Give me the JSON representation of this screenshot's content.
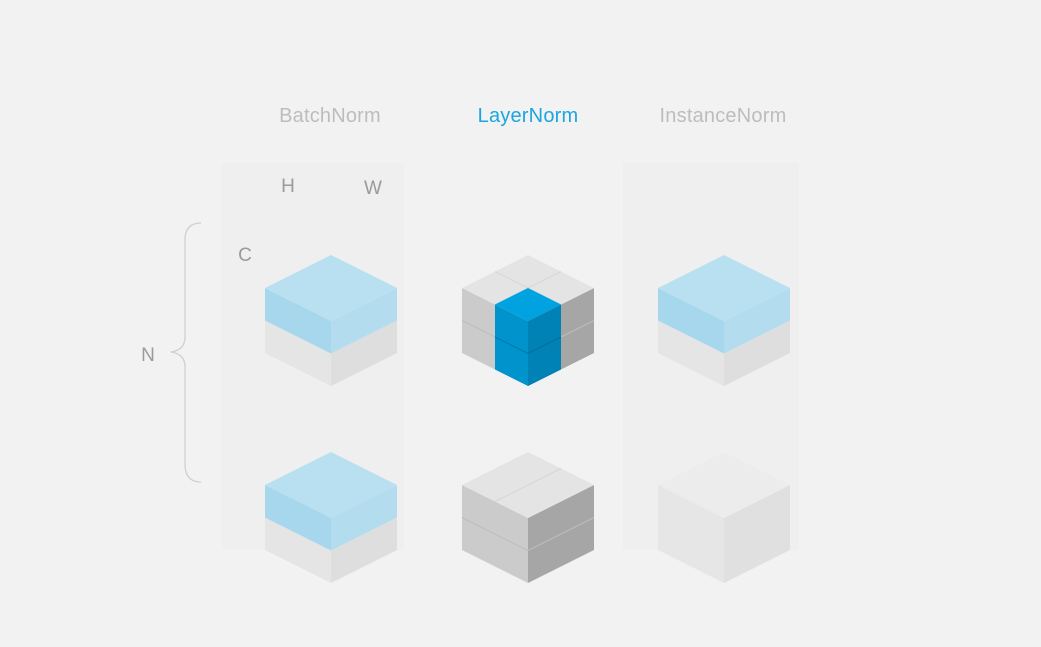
{
  "titles": {
    "batchnorm": "BatchNorm",
    "layernorm": "LayerNorm",
    "instancenorm": "InstanceNorm"
  },
  "axes": {
    "h": "H",
    "w": "W",
    "c": "C",
    "n": "N"
  },
  "colors": {
    "background": "#f2f2f2",
    "panel": "#efefef",
    "title_inactive": "#bdbdbd",
    "title_active": "#1ba6e0",
    "axis_label": "#9a9a9a",
    "brace": "#cfcfcf",
    "highlight_light": [
      "#b9e0f0",
      "#a6d7ec",
      "#b3dcee"
    ],
    "highlight_strong": [
      "#00a3e0",
      "#0093cc",
      "#0082b6"
    ],
    "cube_light": [
      "#ebebeb",
      "#e5e5e5",
      "#dedede"
    ],
    "cube_mid": [
      "#e4e4e4",
      "#cbcbcb",
      "#a6a6a6"
    ],
    "cube_pale": [
      "#ececec",
      "#e6e6e6",
      "#e0e0e0"
    ]
  },
  "cubes": [
    {
      "id": "batchnorm-sample-1",
      "style": "light",
      "highlight": "top-half"
    },
    {
      "id": "batchnorm-sample-2",
      "style": "light",
      "highlight": "top-half"
    },
    {
      "id": "layernorm-sample-1",
      "style": "mid",
      "highlight": "center-column"
    },
    {
      "id": "layernorm-sample-2",
      "style": "mid",
      "highlight": "none"
    },
    {
      "id": "instancenorm-sample-1",
      "style": "light",
      "highlight": "top-half"
    },
    {
      "id": "instancenorm-sample-2",
      "style": "pale",
      "highlight": "none"
    }
  ]
}
